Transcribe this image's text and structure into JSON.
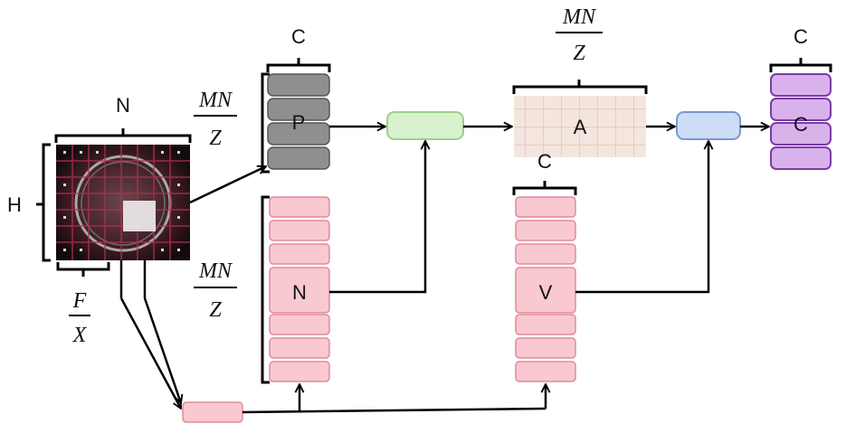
{
  "labels": {
    "image_width": "N",
    "image_height": "H",
    "patch_width_num": "F",
    "patch_width_den": "X",
    "p_width": "C",
    "p_rows_num": "MN",
    "p_rows_den": "Z",
    "n_rows_num": "MN",
    "n_rows_den": "Z",
    "a_width_num": "MN",
    "a_width_den": "Z",
    "v_width": "C",
    "out_width": "C"
  },
  "blocks": {
    "p": "P",
    "n": "N",
    "a": "A",
    "v": "V",
    "out": "C"
  },
  "colors": {
    "p_fill": "#8f8f8f",
    "p_stroke": "#555555",
    "n_fill": "#f8c9d0",
    "n_stroke": "#e08c99",
    "green_fill": "#d8f1cf",
    "green_stroke": "#9ccf8a",
    "blue_fill": "#cfdcf5",
    "blue_stroke": "#7b97cf",
    "out_fill": "#d9b2ec",
    "out_stroke": "#7c3aa8",
    "a_fill": "#f3e4dc",
    "line": "#000000"
  }
}
